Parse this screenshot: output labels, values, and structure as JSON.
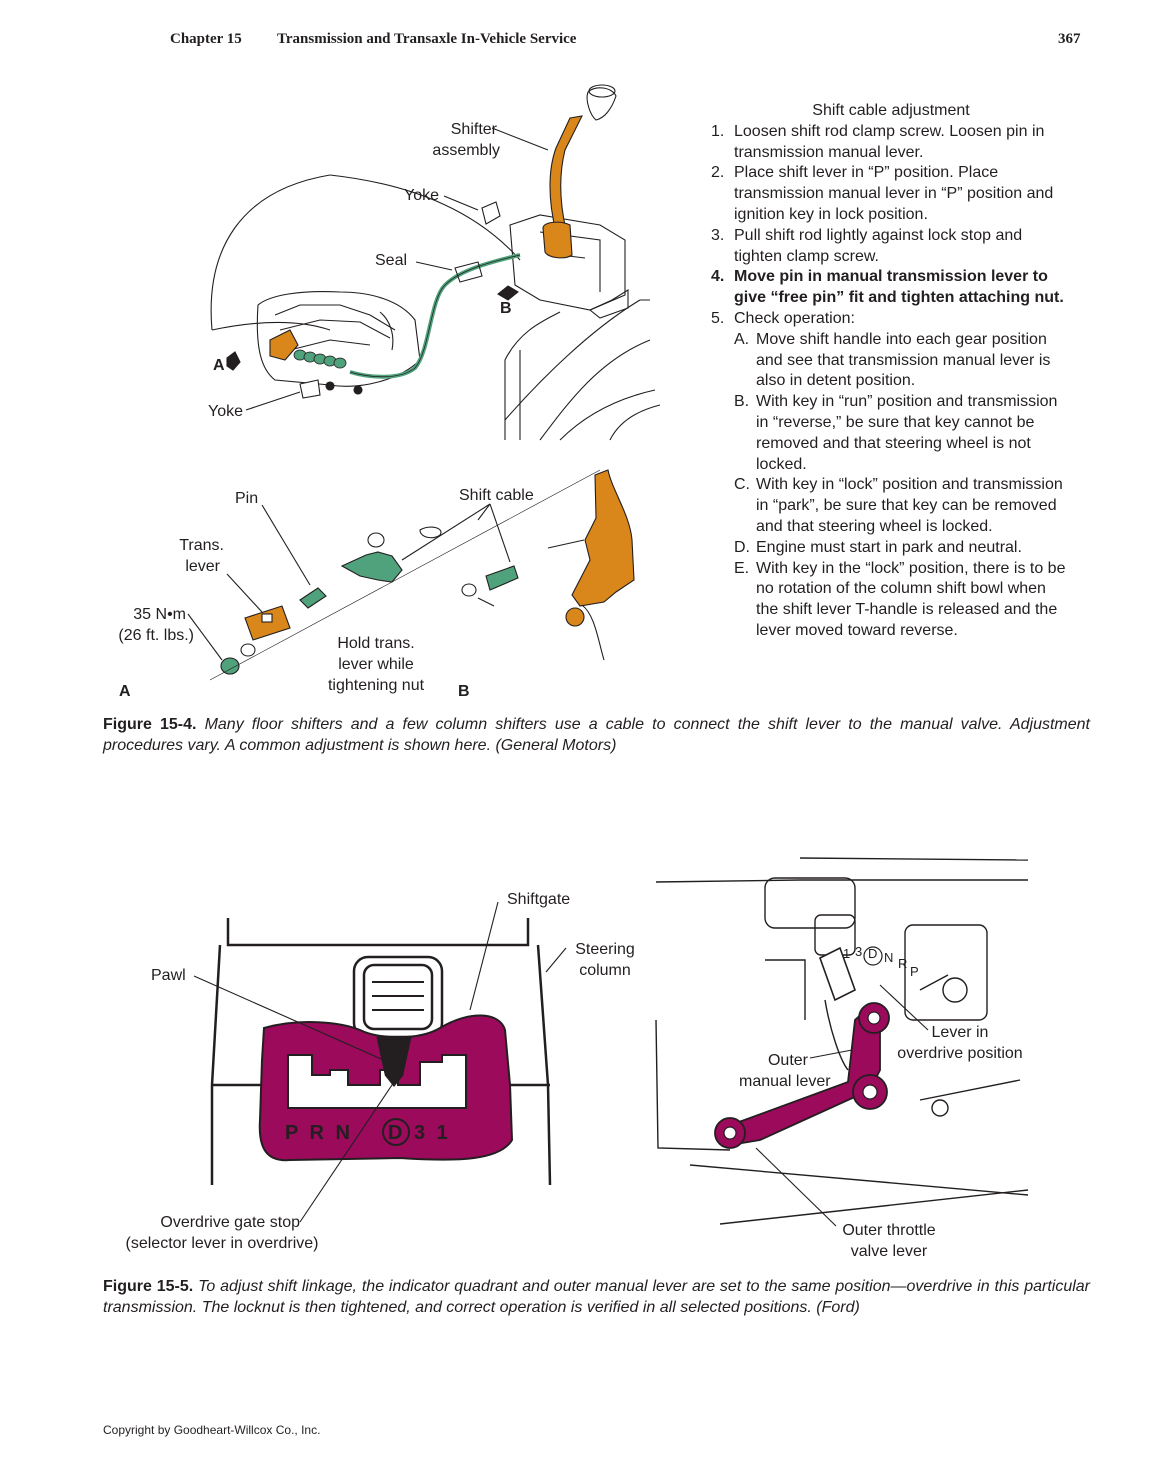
{
  "header": {
    "chapter": "Chapter 15",
    "title": "Transmission and Transaxle In-Vehicle Service",
    "page_number": "367"
  },
  "figure_15_4": {
    "labels": {
      "shifter_assembly_1": "Shifter",
      "shifter_assembly_2": "assembly",
      "yoke_top": "Yoke",
      "seal": "Seal",
      "b_marker_top": "B",
      "a_marker": "A",
      "yoke_bottom": "Yoke",
      "pin": "Pin",
      "shift_cable": "Shift cable",
      "trans_lever_1": "Trans.",
      "trans_lever_2": "lever",
      "torque_1": "35 N•m",
      "torque_2": "(26 ft. lbs.)",
      "hold_1": "Hold trans.",
      "hold_2": "lever while",
      "hold_3": "tightening nut",
      "view_a": "A",
      "view_b": "B"
    },
    "procedure": {
      "heading": "Shift cable adjustment",
      "steps": [
        {
          "num": "1.",
          "text": "Loosen shift rod clamp screw. Loosen pin in transmission manual lever."
        },
        {
          "num": "2.",
          "text": "Place shift lever in “P” position. Place transmission manual lever in “P” position and ignition key in lock position."
        },
        {
          "num": "3.",
          "text": "Pull shift rod lightly against lock stop and tighten clamp screw."
        },
        {
          "num": "4.",
          "text": "Move pin in manual transmission lever to give “free pin” fit and tighten attaching nut."
        },
        {
          "num": "5.",
          "text": "Check operation:"
        }
      ],
      "substeps": [
        {
          "num": "A.",
          "text": "Move shift handle into each gear position and see that transmission manual lever is also in detent position."
        },
        {
          "num": "B.",
          "text": "With key in “run” position and transmission in “reverse,”  be sure that key cannot be removed and that steering wheel is not locked."
        },
        {
          "num": "C.",
          "text": "With key in “lock” position and transmission in “park”, be sure that key can be removed and that steering wheel is locked."
        },
        {
          "num": "D.",
          "text": "Engine must start in park and neutral."
        },
        {
          "num": "E.",
          "text": "With key in the “lock” position, there is to be no rotation of the column shift bowl when the shift lever T-handle is released and the lever moved toward reverse."
        }
      ]
    },
    "caption_number": "Figure 15-4.",
    "caption_text": "Many floor shifters and a few column shifters use a cable to connect the shift lever to the manual valve. Adjustment procedures vary. A common adjustment is shown here. (General Motors)"
  },
  "figure_15_5": {
    "labels": {
      "shiftgate": "Shiftgate",
      "steering_1": "Steering",
      "steering_2": "column",
      "pawl": "Pawl",
      "gear_prn": "P R N",
      "gear_d": "D",
      "gear_31": "3 1",
      "overdrive_stop_1": "Overdrive gate stop",
      "overdrive_stop_2": "(selector lever in overdrive)",
      "quadrant_1": "1",
      "quadrant_3": "3",
      "quadrant_d": "D",
      "quadrant_n": "N",
      "quadrant_r": "R",
      "quadrant_p": "P",
      "lever_od_1": "Lever in",
      "lever_od_2": "overdrive position",
      "outer_manual_1": "Outer",
      "outer_manual_2": "manual lever",
      "throttle_1": "Outer throttle",
      "throttle_2": "valve lever"
    },
    "colors": {
      "linkage_orange": "#d9861a",
      "cable_green": "#4fa27b",
      "gate_magenta": "#9b0a5b"
    },
    "caption_number": "Figure 15-5.",
    "caption_text": "To adjust shift linkage, the indicator quadrant and outer manual lever are set to the same position—overdrive in this particular transmission. The locknut is then tightened, and correct operation is verified in all selected positions. (Ford)"
  },
  "footer": {
    "copyright": "Copyright by Goodheart-Willcox Co., Inc."
  }
}
